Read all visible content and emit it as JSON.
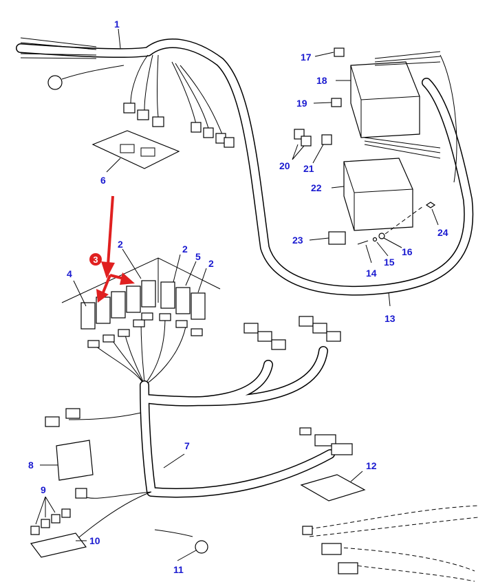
{
  "diagram": {
    "callouts": {
      "c1": "1",
      "c2a": "2",
      "c2b": "2",
      "c2c": "2",
      "c4": "4",
      "c5": "5",
      "c6": "6",
      "c7": "7",
      "c8": "8",
      "c9": "9",
      "c10": "10",
      "c11": "11",
      "c12": "12",
      "c13": "13",
      "c14": "14",
      "c15": "15",
      "c16": "16",
      "c17": "17",
      "c18": "18",
      "c19": "19",
      "c20": "20",
      "c21": "21",
      "c22": "22",
      "c23": "23",
      "c24": "24"
    },
    "highlight": {
      "badge": "3",
      "color": "#e02020"
    },
    "label_color": "#1a1ad0"
  }
}
